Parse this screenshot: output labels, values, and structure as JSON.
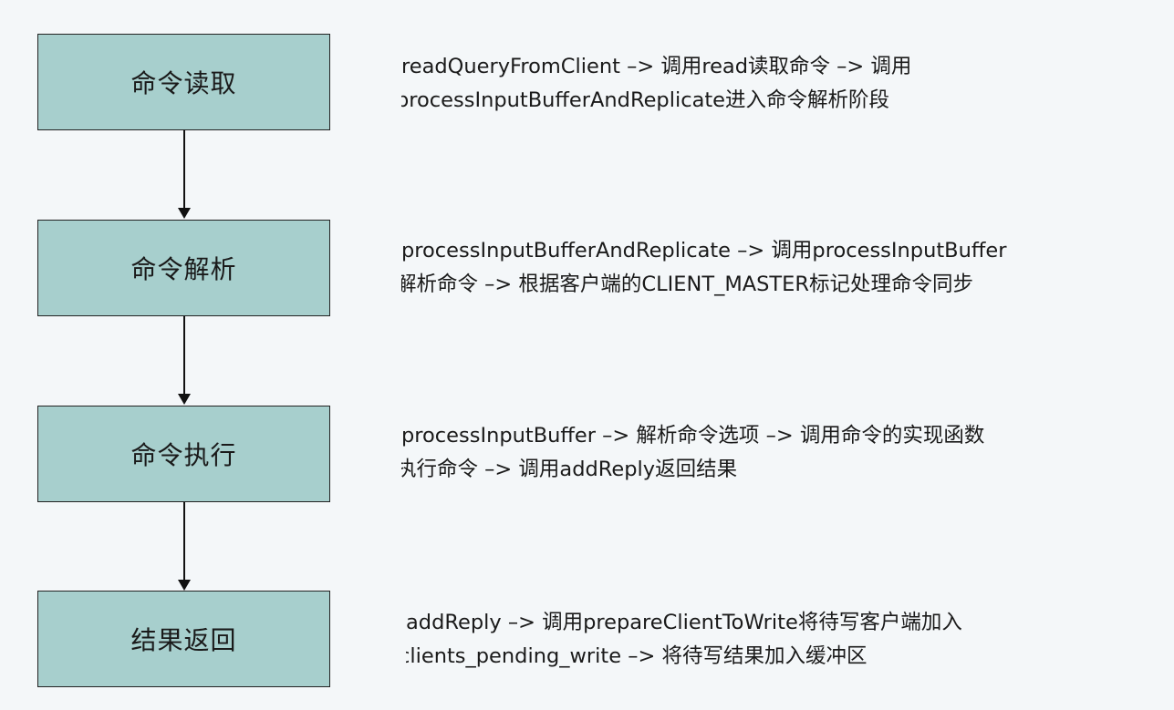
{
  "stages": [
    {
      "title": "命令读取",
      "lines": [
        "readQueryFromClient –> 调用read读取命令 –> 调用",
        "processInputBufferAndReplicate进入命令解析阶段"
      ]
    },
    {
      "title": "命令解析",
      "lines": [
        "processInputBufferAndReplicate –> 调用processInputBuffer",
        "解析命令 –> 根据客户端的CLIENT_MASTER标记处理命令同步"
      ]
    },
    {
      "title": "命令执行",
      "lines": [
        "processInputBuffer –> 解析命令选项 –> 调用命令的实现函数",
        "执行命令 –> 调用addReply返回结果"
      ]
    },
    {
      "title": "结果返回",
      "lines": [
        "addReply –> 调用prepareClientToWrite将待写客户端加入",
        "clients_pending_write –> 将待写结果加入缓冲区"
      ]
    }
  ],
  "colors": {
    "background": "#f4f7f9",
    "box_fill": "#a7cfcd",
    "box_border": "#222222",
    "arrow": "#111111"
  }
}
